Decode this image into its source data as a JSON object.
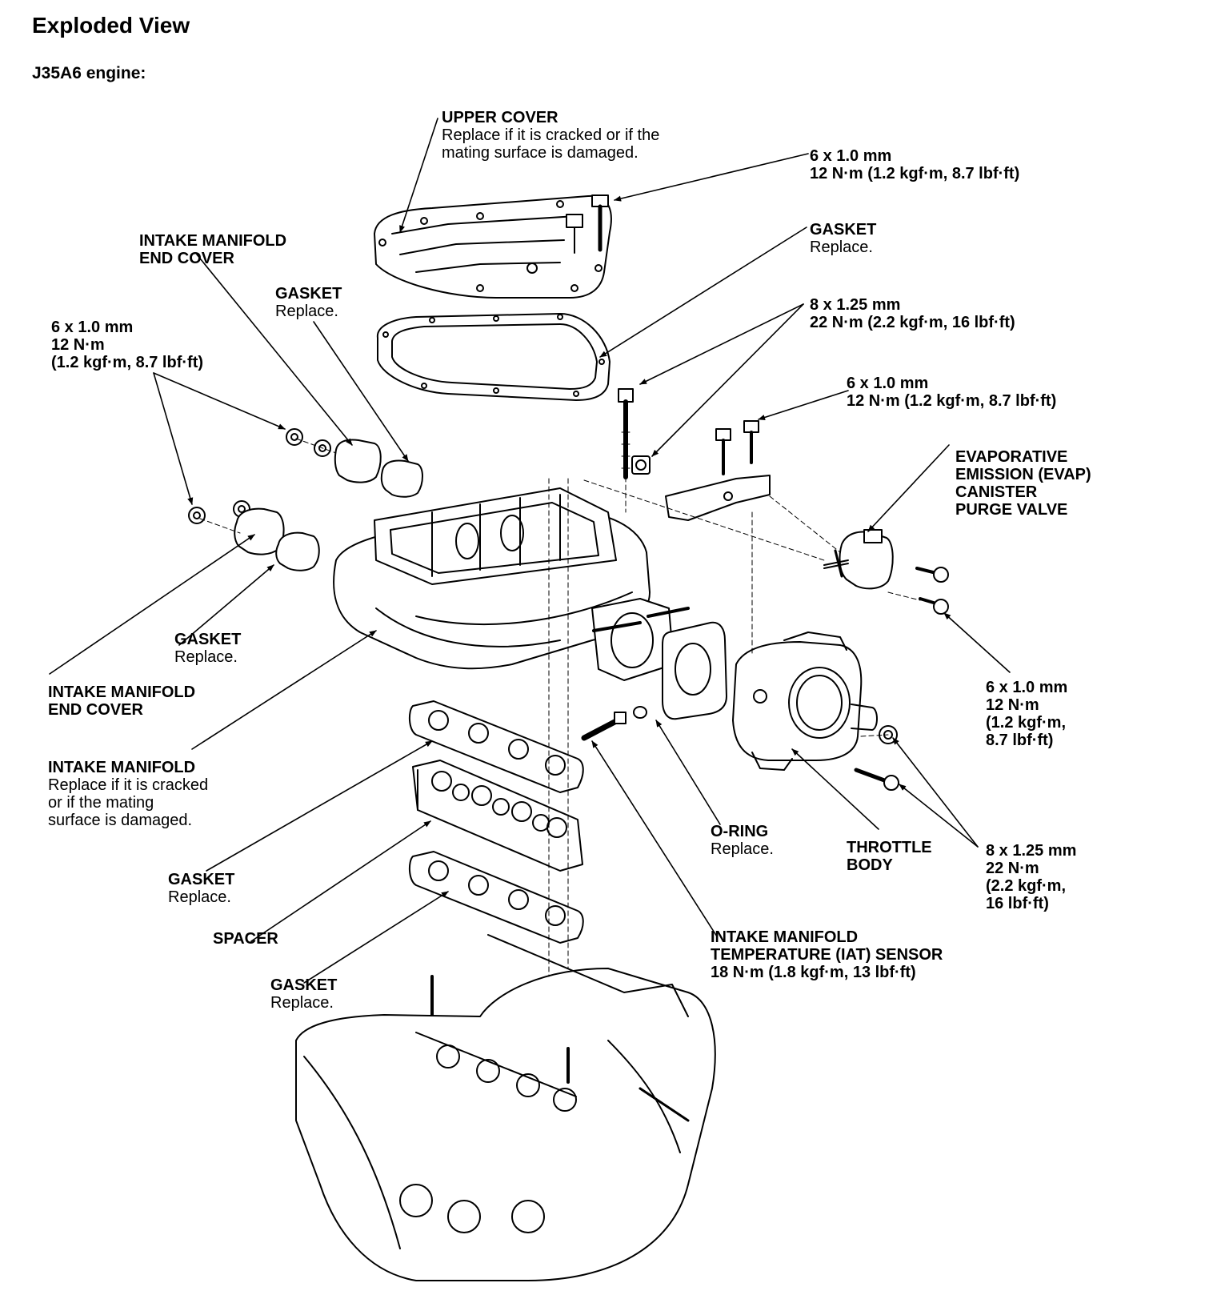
{
  "title": "Exploded View",
  "subtitle": "J35A6 engine:",
  "labels": {
    "upper_cover": {
      "name": "UPPER COVER",
      "note": [
        "Replace if it is cracked or if the",
        "mating surface is damaged."
      ]
    },
    "bolt_top": {
      "lines": [
        "6 x 1.0 mm",
        "12 N·m (1.2 kgf·m, 8.7 lbf·ft)"
      ]
    },
    "gasket_upper": {
      "name": "GASKET",
      "note": "Replace."
    },
    "end_cover_top": {
      "name": [
        "INTAKE MANIFOLD",
        "END COVER"
      ]
    },
    "gasket_end_top": {
      "name": "GASKET",
      "note": "Replace."
    },
    "nuts_left": {
      "lines": [
        "6 x 1.0 mm",
        "12 N·m",
        "(1.2 kgf·m, 8.7 lbf·ft)"
      ]
    },
    "bolt_825_top": {
      "lines": [
        "8 x 1.25 mm",
        "22 N·m (2.2 kgf·m, 16 lbf·ft)"
      ]
    },
    "bolt_610_mid": {
      "lines": [
        "6 x 1.0 mm",
        "12 N·m (1.2 kgf·m, 8.7 lbf·ft)"
      ]
    },
    "evap": {
      "name": [
        "EVAPORATIVE",
        "EMISSION (EVAP)",
        "CANISTER",
        "PURGE VALVE"
      ]
    },
    "gasket_end_low": {
      "name": "GASKET",
      "note": "Replace."
    },
    "end_cover_low": {
      "name": [
        "INTAKE MANIFOLD",
        "END COVER"
      ]
    },
    "bolt_610_right": {
      "lines": [
        "6 x 1.0 mm",
        "12 N·m",
        "(1.2 kgf·m,",
        "8.7 lbf·ft)"
      ]
    },
    "intake_manifold": {
      "name": "INTAKE MANIFOLD",
      "note": [
        "Replace if it is cracked",
        "or if the mating",
        "surface is damaged."
      ]
    },
    "oring": {
      "name": "O-RING",
      "note": "Replace."
    },
    "throttle": {
      "name": [
        "THROTTLE",
        "BODY"
      ]
    },
    "bolt_825_right": {
      "lines": [
        "8 x 1.25 mm",
        "22 N·m",
        "(2.2 kgf·m,",
        "16 lbf·ft)"
      ]
    },
    "gasket_lower1": {
      "name": "GASKET",
      "note": "Replace."
    },
    "spacer": {
      "name": "SPACER"
    },
    "iat": {
      "name": [
        "INTAKE MANIFOLD",
        "TEMPERATURE (IAT) SENSOR"
      ],
      "note": "18 N·m (1.8 kgf·m, 13 lbf·ft)"
    },
    "gasket_lower2": {
      "name": "GASKET",
      "note": "Replace."
    }
  }
}
